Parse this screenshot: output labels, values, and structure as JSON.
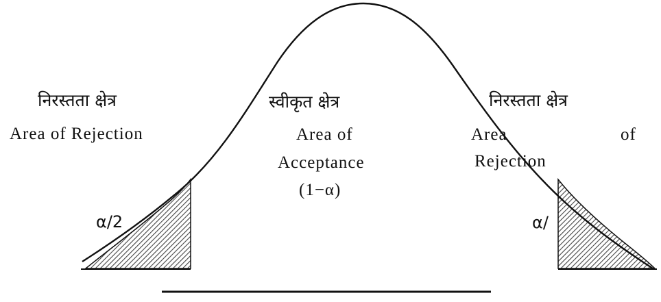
{
  "labels": {
    "left_hindi": "निरस्तता क्षेत्र",
    "left_english": "Area of Rejection",
    "center_hindi": "स्वीकृत क्षेत्र",
    "center_english_1": "Area of",
    "center_english_2": "Acceptance",
    "center_english_3": "(1−α)",
    "right_hindi": "निरस्तता क्षेत्र",
    "right_english_1a": "Area",
    "right_english_1b": "of",
    "right_english_2": "Rejection",
    "left_alpha": "α/2",
    "right_alpha": "α/"
  },
  "colors": {
    "ink": "#111111",
    "hatch": "#555555"
  }
}
